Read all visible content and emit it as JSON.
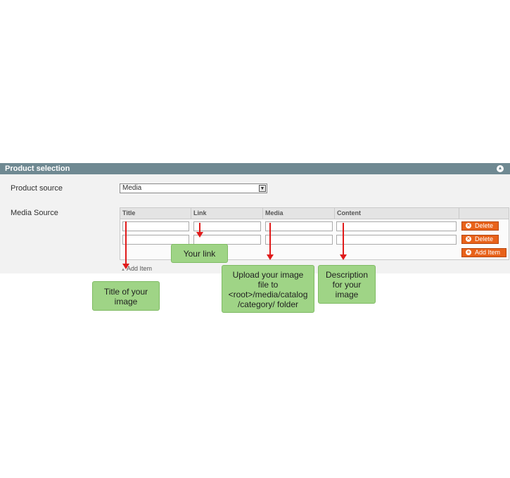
{
  "panel": {
    "title": "Product selection",
    "collapse_icon": "collapse-icon"
  },
  "form": {
    "product_source_label": "Product source",
    "product_source_value": "Media",
    "media_source_label": "Media Source"
  },
  "grid": {
    "columns": [
      "Title",
      "Link",
      "Media",
      "Content"
    ],
    "rows": [
      {
        "delete_label": "Delete"
      },
      {
        "delete_label": "Delete"
      }
    ],
    "add_item_button": "Add Item",
    "add_item_link": "Add Item"
  },
  "callouts": {
    "title": [
      "Title of your",
      "image"
    ],
    "link": [
      "Your link"
    ],
    "media": [
      "Upload your image",
      "file to",
      "<root>/media/catalog",
      "/category/ folder"
    ],
    "content": [
      "Description",
      "for your",
      "image"
    ]
  },
  "colors": {
    "header": "#6f8992",
    "button": "#e8621a",
    "callout": "#9fd486",
    "arrow": "#e01b1b"
  }
}
